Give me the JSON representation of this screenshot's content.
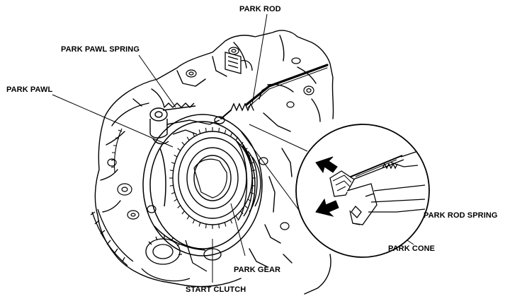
{
  "labels": {
    "park_rod": "PARK ROD",
    "park_pawl_spring": "PARK PAWL SPRING",
    "park_pawl": "PARK PAWL",
    "park_rod_spring": "PARK ROD SPRING",
    "park_cone": "PARK CONE",
    "park_gear": "PARK GEAR",
    "start_clutch": "START CLUTCH"
  },
  "colors": {
    "line": "#000000",
    "background": "#ffffff",
    "arrow_fill": "#000000"
  }
}
